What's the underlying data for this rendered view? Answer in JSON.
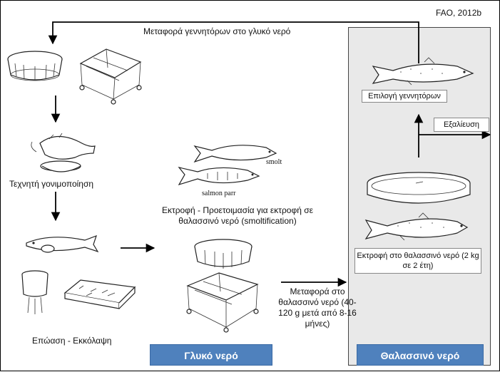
{
  "source": "FAO, 2012b",
  "top_arrow_label": "Μεταφορά γεννητόρων στο γλυκό νερό",
  "steps": {
    "fertilization": "Τεχνητή γονιμοποίηση",
    "incubation": "Επώαση - Εκκόλαψη",
    "smolt_label": "smolt",
    "parr_label": "salmon parr",
    "smoltification": "Εκτροφή - Προετοιμασία για εκτροφή σε θαλασσινό νερό (smoltification)",
    "transfer": "Μεταφορά στο θαλασσινό νερό (40-120 g μετά από 8-16 μήνες)",
    "broodstock_selection": "Επιλογή γεννητόρων",
    "processing": "Εξαλίευση",
    "sea_rearing": "Εκτροφή στο θαλασσινό νερό (2 kg σε 2 έτη)"
  },
  "zones": {
    "freshwater": "Γλυκό νερό",
    "seawater": "Θαλασσινό νερό"
  },
  "colors": {
    "banner": "#4f81bd",
    "sea_panel": "#e9e9e9"
  }
}
